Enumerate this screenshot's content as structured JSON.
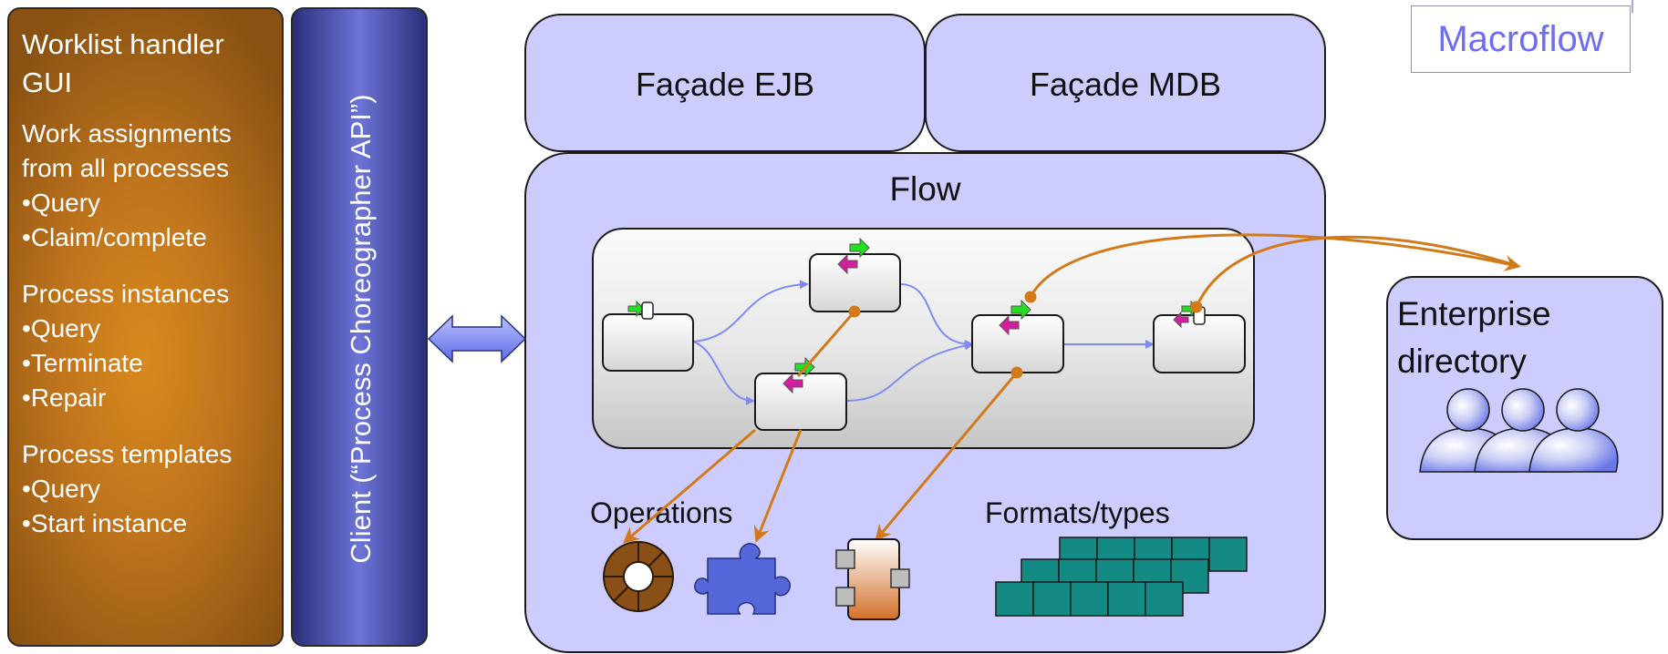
{
  "worklist": {
    "title": "Worklist handler GUI",
    "sections": [
      {
        "heading": "Work assignments from all processes",
        "items": [
          "Query",
          "Claim/complete"
        ]
      },
      {
        "heading": "Process instances",
        "items": [
          "Query",
          "Terminate",
          "Repair"
        ]
      },
      {
        "heading": "Process templates",
        "items": [
          "Query",
          "Start instance"
        ]
      }
    ]
  },
  "client": {
    "label": "Client (“Process Choreographer API”)"
  },
  "facade_ejb": {
    "label": "Façade EJB"
  },
  "facade_mdb": {
    "label": "Façade MDB"
  },
  "flow": {
    "title": "Flow"
  },
  "operations": {
    "label": "Operations"
  },
  "formats": {
    "label": "Formats/types"
  },
  "macroflow": {
    "label": "Macroflow"
  },
  "enterprise": {
    "label": "Enterprise directory"
  },
  "colors": {
    "lavender": "#ccccff",
    "orange_arrow": "#d27a1a",
    "blue_arrow": "#7f8cf0",
    "teal": "#138a84"
  }
}
